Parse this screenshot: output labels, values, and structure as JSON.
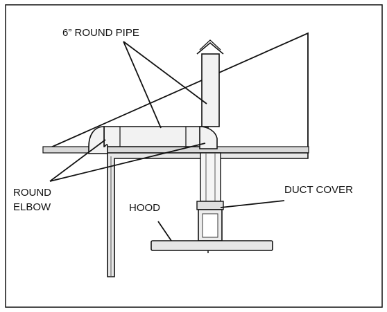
{
  "diagram": {
    "labels": {
      "pipe": "6” ROUND PIPE",
      "elbow_line1": "ROUND",
      "elbow_line2": "ELBOW",
      "hood": "HOOD",
      "duct_cover": "DUCT COVER"
    },
    "colors": {
      "ink": "#111111",
      "pipe_fill": "#f2f2f2",
      "wall_fill": "#e8e8e8",
      "background": "#ffffff"
    }
  }
}
